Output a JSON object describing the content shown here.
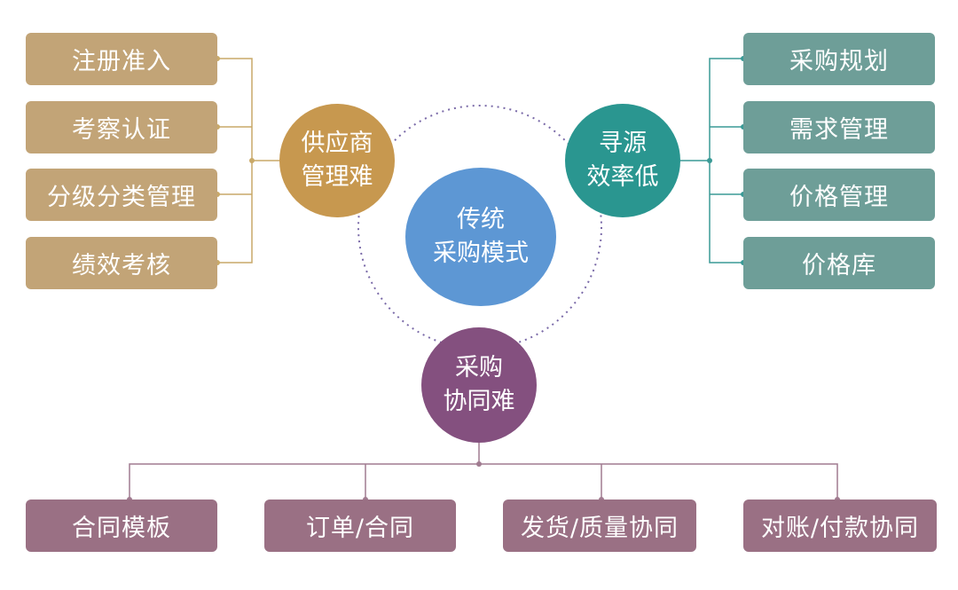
{
  "center": {
    "line1": "传统",
    "line2": "采购模式"
  },
  "left_hub": {
    "line1": "供应商",
    "line2": "管理难",
    "items": [
      "注册准入",
      "考察认证",
      "分级分类管理",
      "绩效考核"
    ]
  },
  "right_hub": {
    "line1": "寻源",
    "line2": "效率低",
    "items": [
      "采购规划",
      "需求管理",
      "价格管理",
      "价格库"
    ]
  },
  "bottom_hub": {
    "line1": "采购",
    "line2": "协同难",
    "items": [
      "合同模板",
      "订单/合同",
      "发货/质量协同",
      "对账/付款协同"
    ]
  },
  "colors": {
    "tan": "#c2a477",
    "teal": "#6e9e98",
    "mauve": "#9a7084",
    "center": "#5d97d4",
    "left_hub": "#c7984f",
    "right_hub": "#2a9690",
    "bottom_hub": "#84507f"
  }
}
